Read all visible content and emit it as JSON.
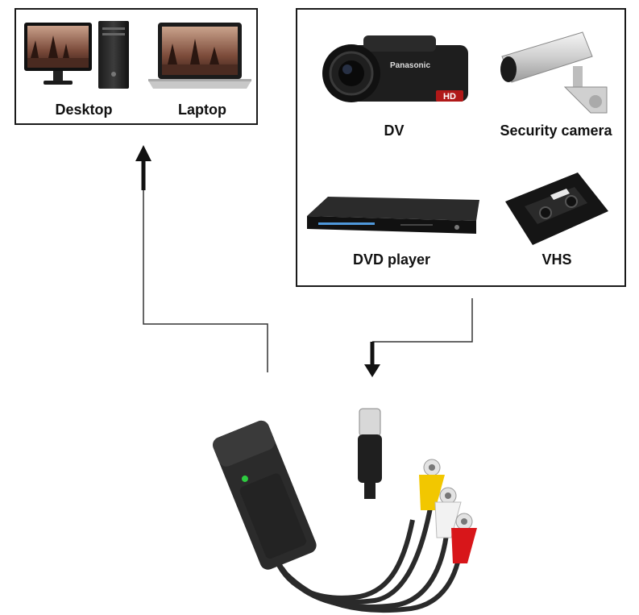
{
  "computers": {
    "desktop_label": "Desktop",
    "laptop_label": "Laptop"
  },
  "sources": {
    "dv_label": "DV",
    "dv_brand": "Panasonic",
    "dv_hd_mark": "HD",
    "security_camera_label": "Security camera",
    "dvd_player_label": "DVD player",
    "vhs_label": "VHS"
  },
  "colors": {
    "frame": "#1a1a1a",
    "arrow": "#111111",
    "connector_line": "#333333",
    "rca_yellow": "#f2c700",
    "rca_white": "#f2f2f2",
    "rca_red": "#d8161a",
    "led_green": "#2ecc40",
    "dongle_body": "#2b2b2b"
  },
  "icons": [
    "desktop-icon",
    "laptop-icon",
    "camcorder-icon",
    "security-camera-icon",
    "dvd-player-icon",
    "vhs-tape-icon",
    "usb-capture-dongle-icon"
  ]
}
